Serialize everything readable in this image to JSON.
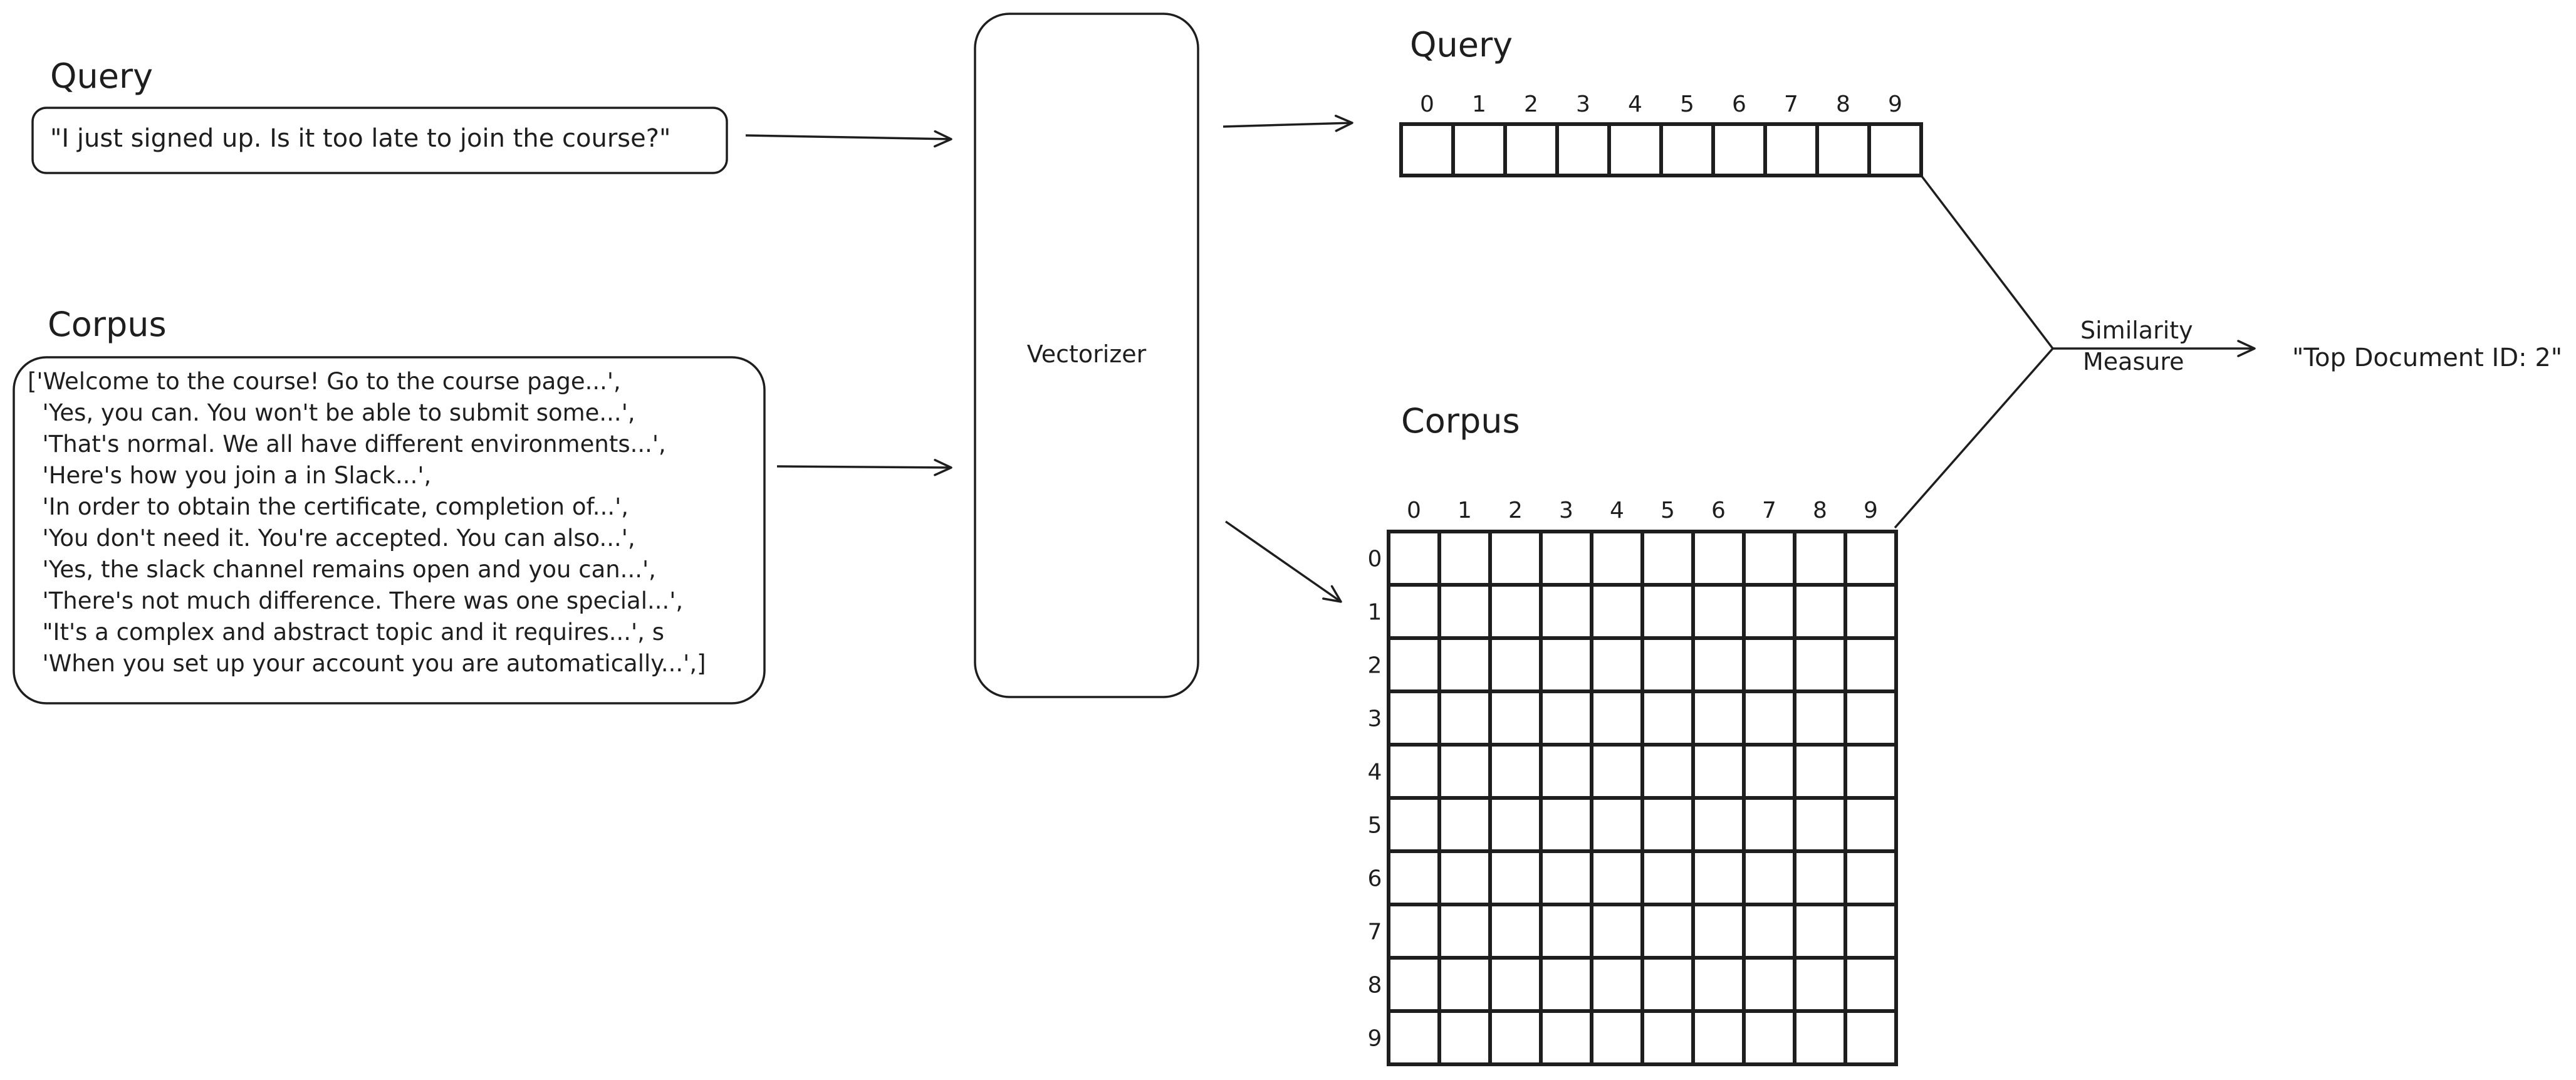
{
  "query_section": {
    "heading": "Query",
    "text": "\"I just signed up. Is it too late to join the course?\""
  },
  "corpus_section": {
    "heading": "Corpus",
    "lines": [
      "['Welcome to the course! Go to the course page...',",
      "  'Yes, you can. You won't be able to submit some...',",
      "  'That's normal. We all have different environments...',",
      "  'Here's how you join a in Slack...',",
      "  'In order to obtain the certificate, completion of...',",
      "  'You don't need it. You're accepted. You can also...',",
      "  'Yes, the slack channel remains open and you can...',",
      "  'There's not much difference. There was one special...',",
      "  \"It's a complex and abstract topic and it requires...', s",
      "  'When you set up your account you are automatically...',]"
    ]
  },
  "vectorizer": {
    "label": "Vectorizer"
  },
  "query_vector": {
    "heading": "Query",
    "column_labels": [
      "0",
      "1",
      "2",
      "3",
      "4",
      "5",
      "6",
      "7",
      "8",
      "9"
    ]
  },
  "corpus_matrix": {
    "heading": "Corpus",
    "column_labels": [
      "0",
      "1",
      "2",
      "3",
      "4",
      "5",
      "6",
      "7",
      "8",
      "9"
    ],
    "row_labels": [
      "0",
      "1",
      "2",
      "3",
      "4",
      "5",
      "6",
      "7",
      "8",
      "9"
    ]
  },
  "similarity": {
    "label_line1": "Similarity",
    "label_line2": "Measure"
  },
  "result": {
    "text": "\"Top Document ID: 2\""
  },
  "colors": {
    "stroke": "#1e1e1e",
    "background": "#ffffff"
  }
}
